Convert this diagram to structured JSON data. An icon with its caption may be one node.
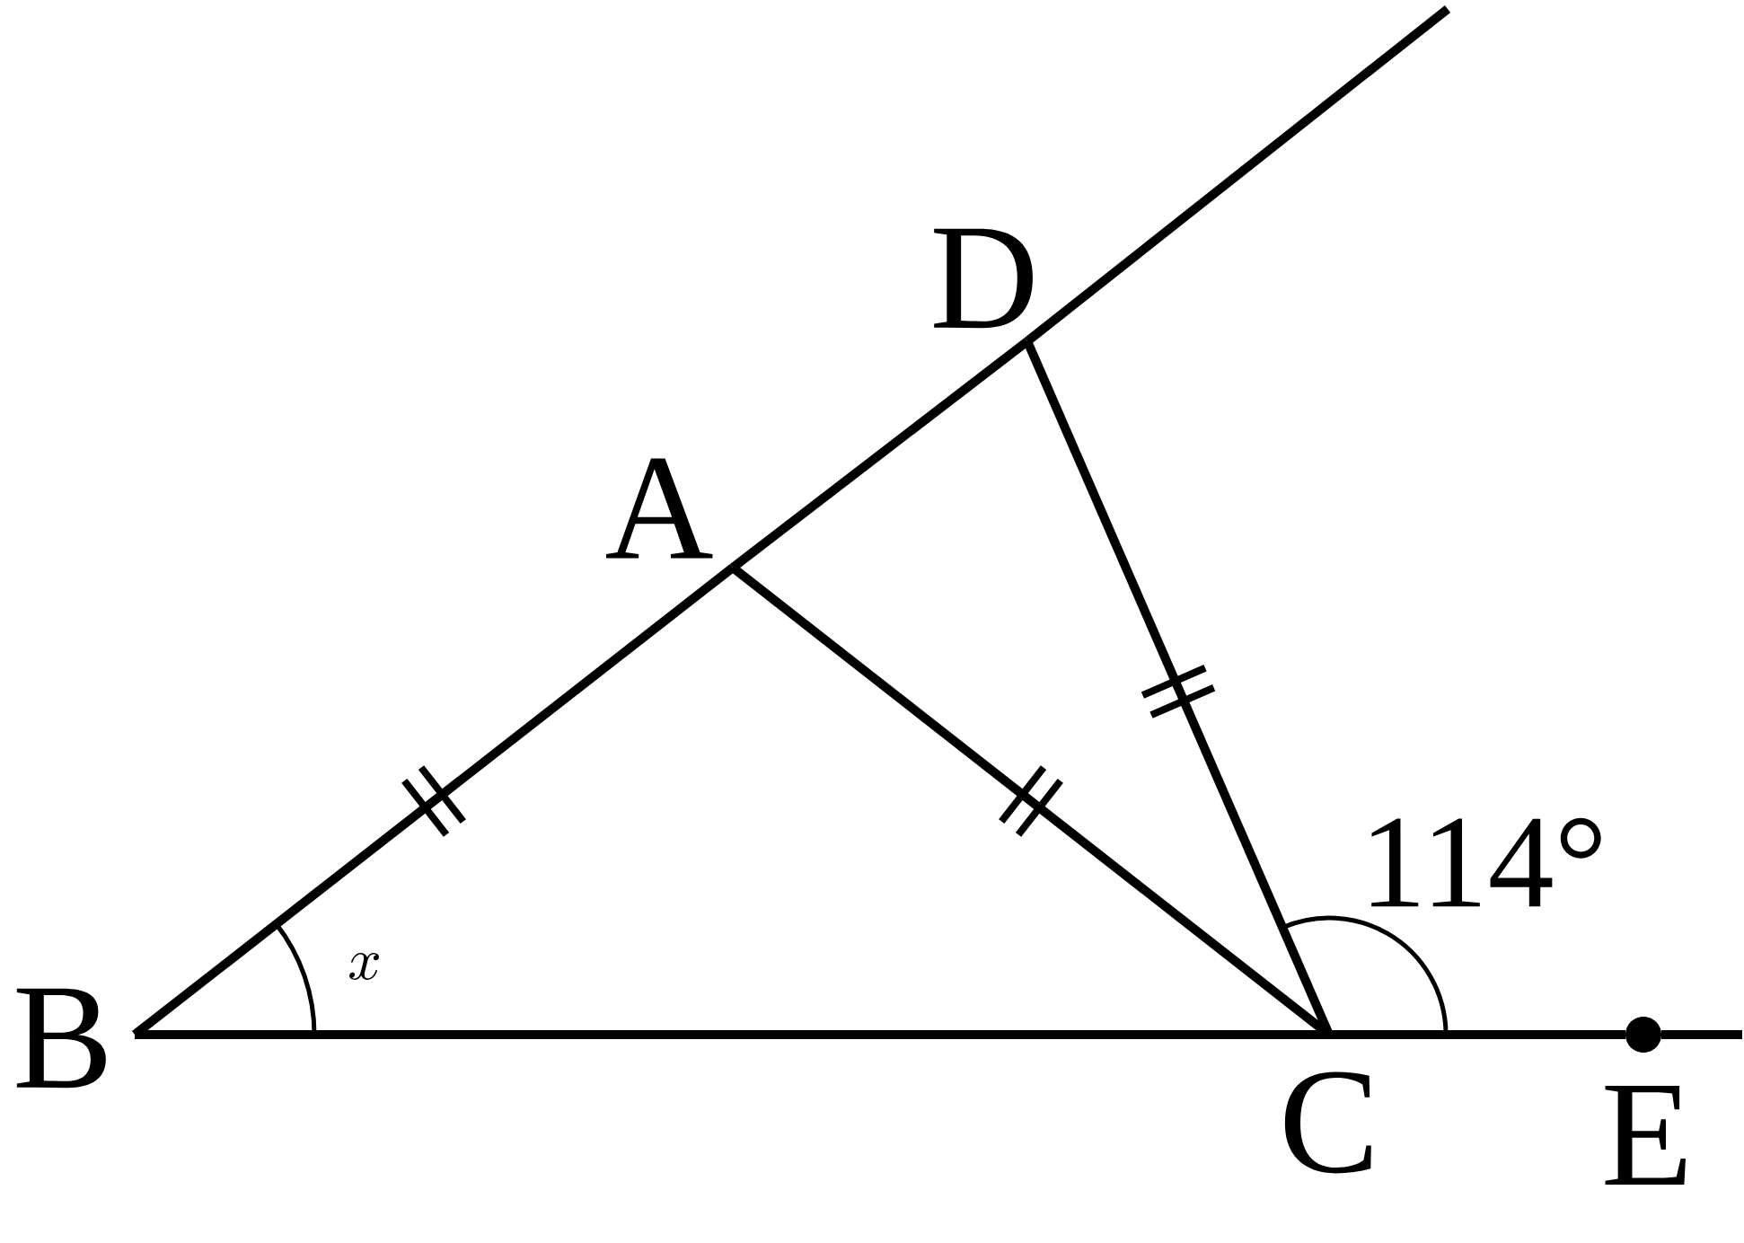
{
  "diagram": {
    "nodes": [
      {
        "text": [
          "D"
        ]
      },
      {
        "text": [
          "A"
        ]
      },
      {
        "text": [
          "B"
        ]
      },
      {
        "text": [
          "C"
        ]
      },
      {
        "text": [
          "E"
        ]
      }
    ],
    "edges": [
      {
        "from": 2,
        "to": 1,
        "arrow": "none"
      },
      {
        "from": 1,
        "to": 0,
        "arrow": "none"
      },
      {
        "from": 0,
        "to": null,
        "arrow": "none"
      },
      {
        "from": 2,
        "to": 3,
        "arrow": "none"
      },
      {
        "from": 3,
        "to": 4,
        "arrow": "none"
      },
      {
        "from": 4,
        "to": null,
        "arrow": "none"
      },
      {
        "from": 1,
        "to": 3,
        "arrow": "none"
      },
      {
        "from": 0,
        "to": 3,
        "arrow": "none"
      }
    ],
    "labels": [
      "x",
      "114°"
    ]
  }
}
